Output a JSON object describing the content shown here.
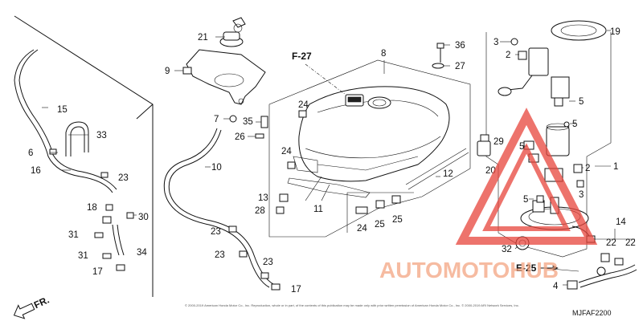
{
  "callouts": {
    "c1": "1",
    "c2a": "2",
    "c2b": "2",
    "c3a": "3",
    "c3b": "3",
    "c4": "4",
    "c5a": "5",
    "c5b": "5",
    "c5c": "5",
    "c5d": "5",
    "c6": "6",
    "c7": "7",
    "c8": "8",
    "c9": "9",
    "c10": "10",
    "c11": "11",
    "c12": "12",
    "c13": "13",
    "c14": "14",
    "c15": "15",
    "c16": "16",
    "c17a": "17",
    "c17b": "17",
    "c18": "18",
    "c19": "19",
    "c20": "20",
    "c21": "21",
    "c22a": "22",
    "c22b": "22",
    "c23a": "23",
    "c23b": "23",
    "c23c": "23",
    "c23d": "23",
    "c24a": "24",
    "c24b": "24",
    "c24c": "24",
    "c25a": "25",
    "c25b": "25",
    "c26": "26",
    "c27": "27",
    "c28": "28",
    "c29": "29",
    "c30": "30",
    "c31a": "31",
    "c31b": "31",
    "c32": "32",
    "c33": "33",
    "c34": "34",
    "c35": "35",
    "c36": "36"
  },
  "references": {
    "f27": "F-27",
    "e25": "E-25",
    "fr": "FR."
  },
  "drawing_number": "MJFAF2200",
  "footer_text": "© 2000-2019 American Honda Motor Co., Inc. Reproduction, whole or in part, of the contents of this publication may be made only with prior written permission of American Honda Motor Co., Inc. © 2000-2019 ARI Network Services, Inc.",
  "watermark": {
    "text": "AUTOMOTOHUB",
    "color": "#f4a582",
    "triangle_color": "#e8453c"
  }
}
